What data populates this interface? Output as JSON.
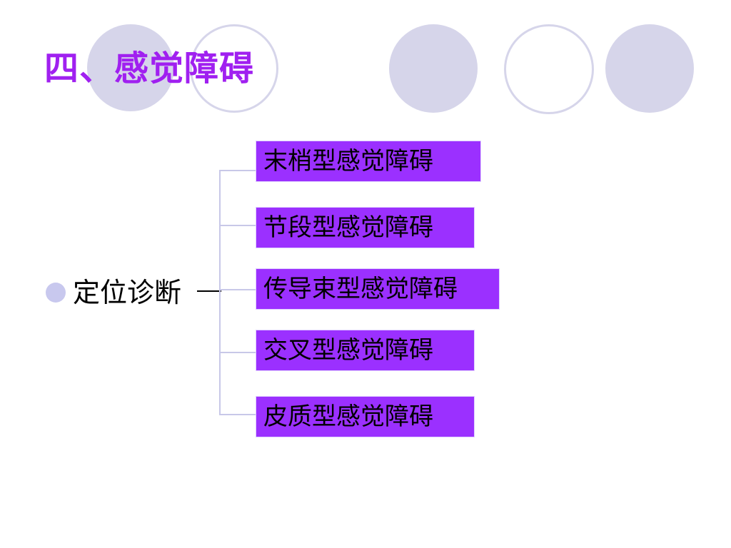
{
  "title": "四、感觉障碍",
  "bullet": {
    "label": "定位诊断"
  },
  "categories": [
    {
      "label": "末梢型感觉障碍"
    },
    {
      "label": "节段型感觉障碍"
    },
    {
      "label": "传导束型感觉障碍"
    },
    {
      "label": "交叉型感觉障碍"
    },
    {
      "label": "皮质型感觉障碍"
    }
  ],
  "colors": {
    "title": "#a020f0",
    "box_fill": "#9b30ff",
    "decor_circle": "#d6d5ea",
    "connector": "#c8c8e8"
  }
}
